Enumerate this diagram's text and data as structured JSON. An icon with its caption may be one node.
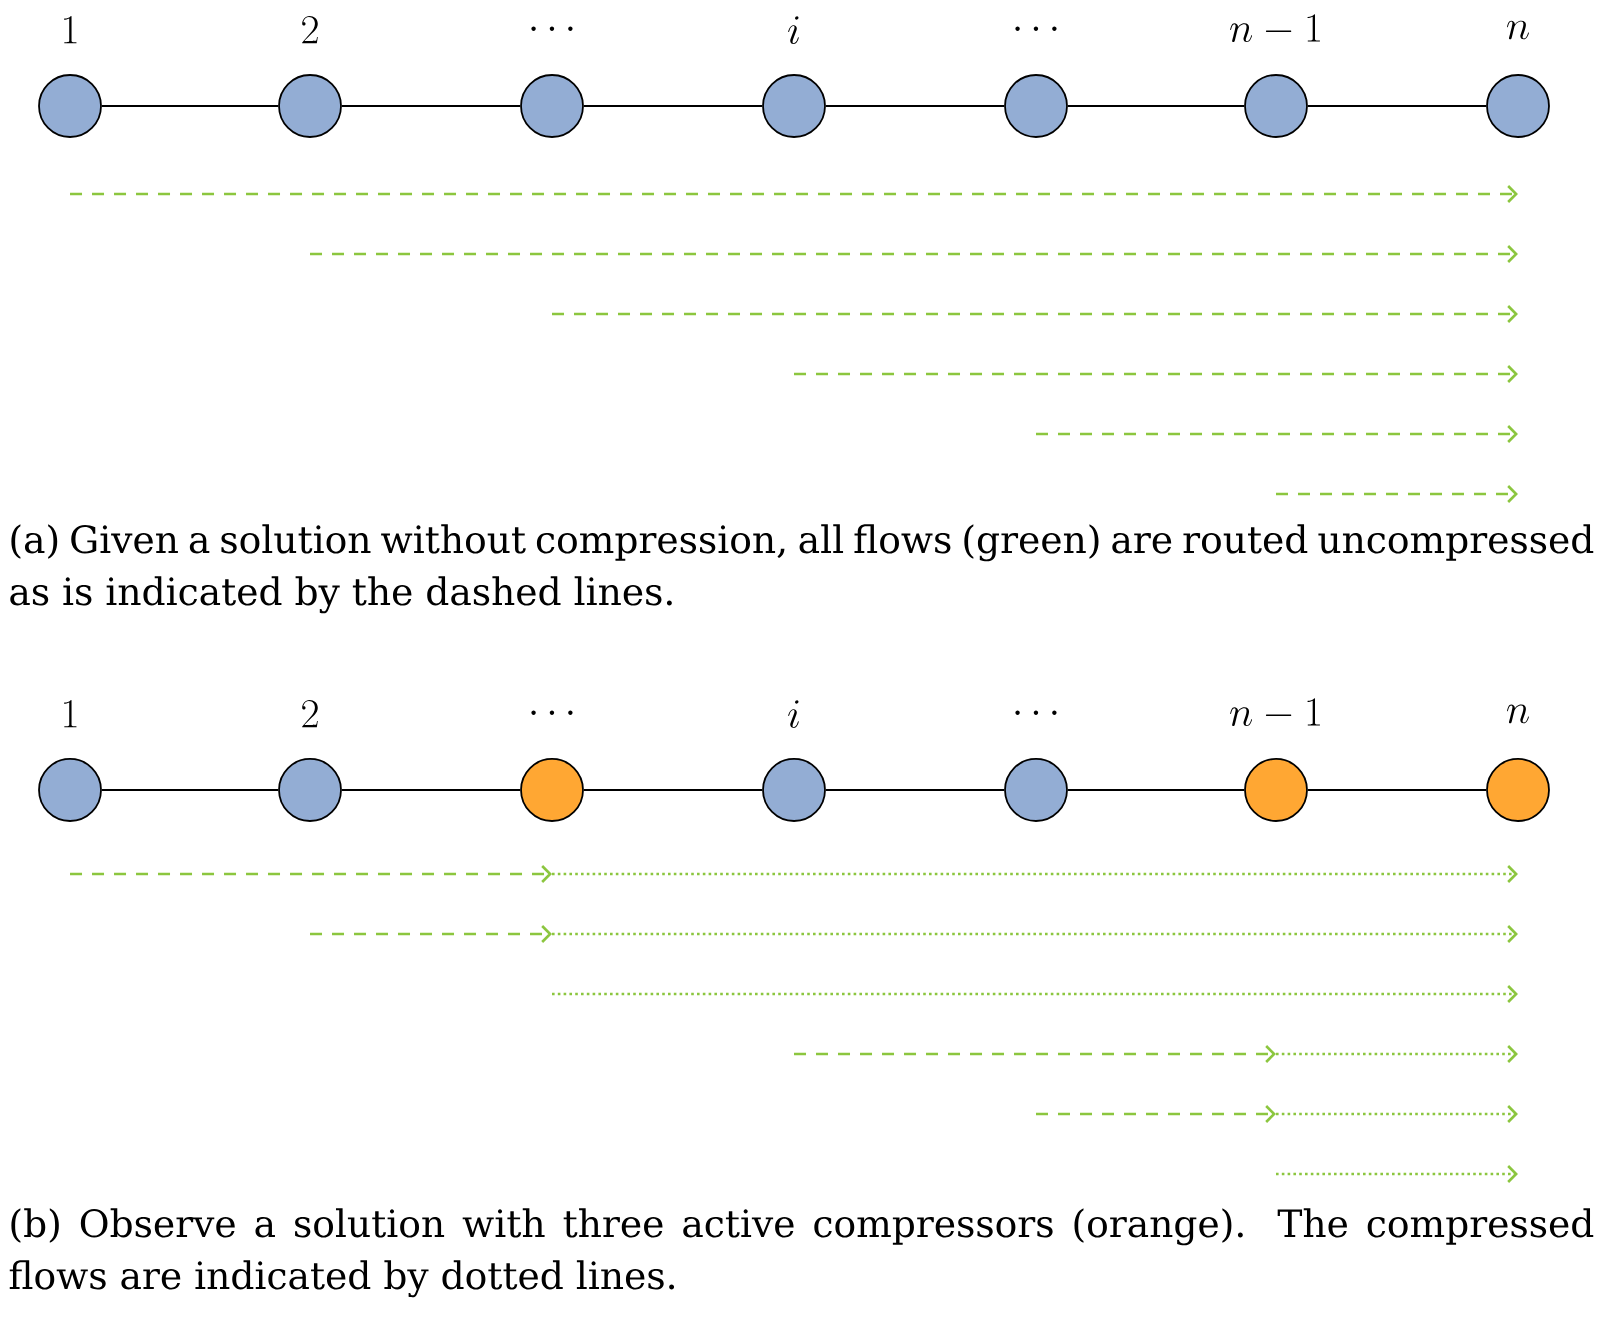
{
  "diagram": {
    "nodes": [
      {
        "text": [
          "1"
        ]
      },
      {
        "text": [
          "2"
        ]
      },
      {
        "text": [
          "\\cdots"
        ]
      },
      {
        "text": [
          "i"
        ]
      },
      {
        "text": [
          "\\cdots"
        ]
      },
      {
        "text": [
          "n-1"
        ]
      },
      {
        "text": [
          "n"
        ]
      },
      {
        "text": [
          "1"
        ]
      },
      {
        "text": [
          "2"
        ]
      },
      {
        "text": [
          "\\cdots"
        ]
      },
      {
        "text": [
          "i"
        ]
      },
      {
        "text": [
          "\\cdots"
        ]
      },
      {
        "text": [
          "n-1"
        ]
      },
      {
        "text": [
          "n"
        ]
      }
    ],
    "edges": [
      {
        "from": 0,
        "to": 1,
        "arrow": "none"
      },
      {
        "from": 1,
        "to": 2,
        "arrow": "none"
      },
      {
        "from": 2,
        "to": 3,
        "arrow": "none"
      },
      {
        "from": 3,
        "to": 4,
        "arrow": "none"
      },
      {
        "from": 4,
        "to": 5,
        "arrow": "none"
      },
      {
        "from": 5,
        "to": 6,
        "arrow": "none"
      },
      {
        "from": 7,
        "to": 8,
        "arrow": "none"
      },
      {
        "from": 8,
        "to": 9,
        "arrow": "none"
      },
      {
        "from": 9,
        "to": 10,
        "arrow": "none"
      },
      {
        "from": 10,
        "to": 11,
        "arrow": "none"
      },
      {
        "from": 11,
        "to": 12,
        "arrow": "none"
      },
      {
        "from": 12,
        "to": 13,
        "arrow": "none"
      }
    ],
    "labels": [
      "(a) Given a solution without compression, all flows (green) are routed uncompressed as is indicated by the dashed lines.",
      "(b) Observe a solution with three active compressors (orange). The compressed flows are indicated by dotted lines."
    ]
  }
}
